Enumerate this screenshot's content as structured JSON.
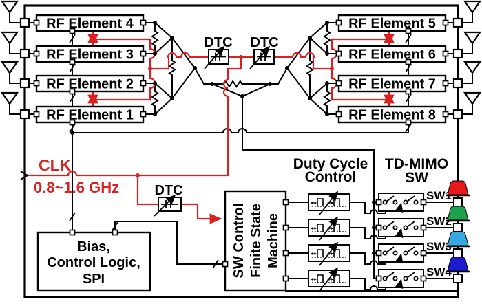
{
  "diagram": {
    "title_hint": "RF chip block diagram",
    "rf_elements": [
      "RF Element 1",
      "RF Element 2",
      "RF Element 3",
      "RF Element 4",
      "RF Element 5",
      "RF Element 6",
      "RF Element 7",
      "RF Element 8"
    ],
    "dtc": {
      "top_left": "DTC",
      "top_right": "DTC",
      "bottom": "DTC"
    },
    "clk": {
      "name": "CLK",
      "range": "0.8~1.6 GHz"
    },
    "bias": {
      "line1": "Bias,",
      "line2": "Control Logic,",
      "line3": "SPI"
    },
    "fsm": {
      "line1": "SW Control",
      "line2": "Finite State",
      "line3": "Machine"
    },
    "duty_cycle": {
      "line1": "Duty Cycle",
      "line2": "Control"
    },
    "td_mimo": {
      "line1": "TD-MIMO",
      "line2": "SW"
    },
    "switches": [
      {
        "label": "SW1",
        "antenna_color": "#e6191c"
      },
      {
        "label": "SW2",
        "antenna_color": "#1fa24c"
      },
      {
        "label": "SW3",
        "antenna_color": "#35a9e1"
      },
      {
        "label": "SW4",
        "antenna_color": "#1b1bd0"
      }
    ],
    "colors": {
      "wire": "#000000",
      "clock_net": "#dc1f1f"
    }
  }
}
